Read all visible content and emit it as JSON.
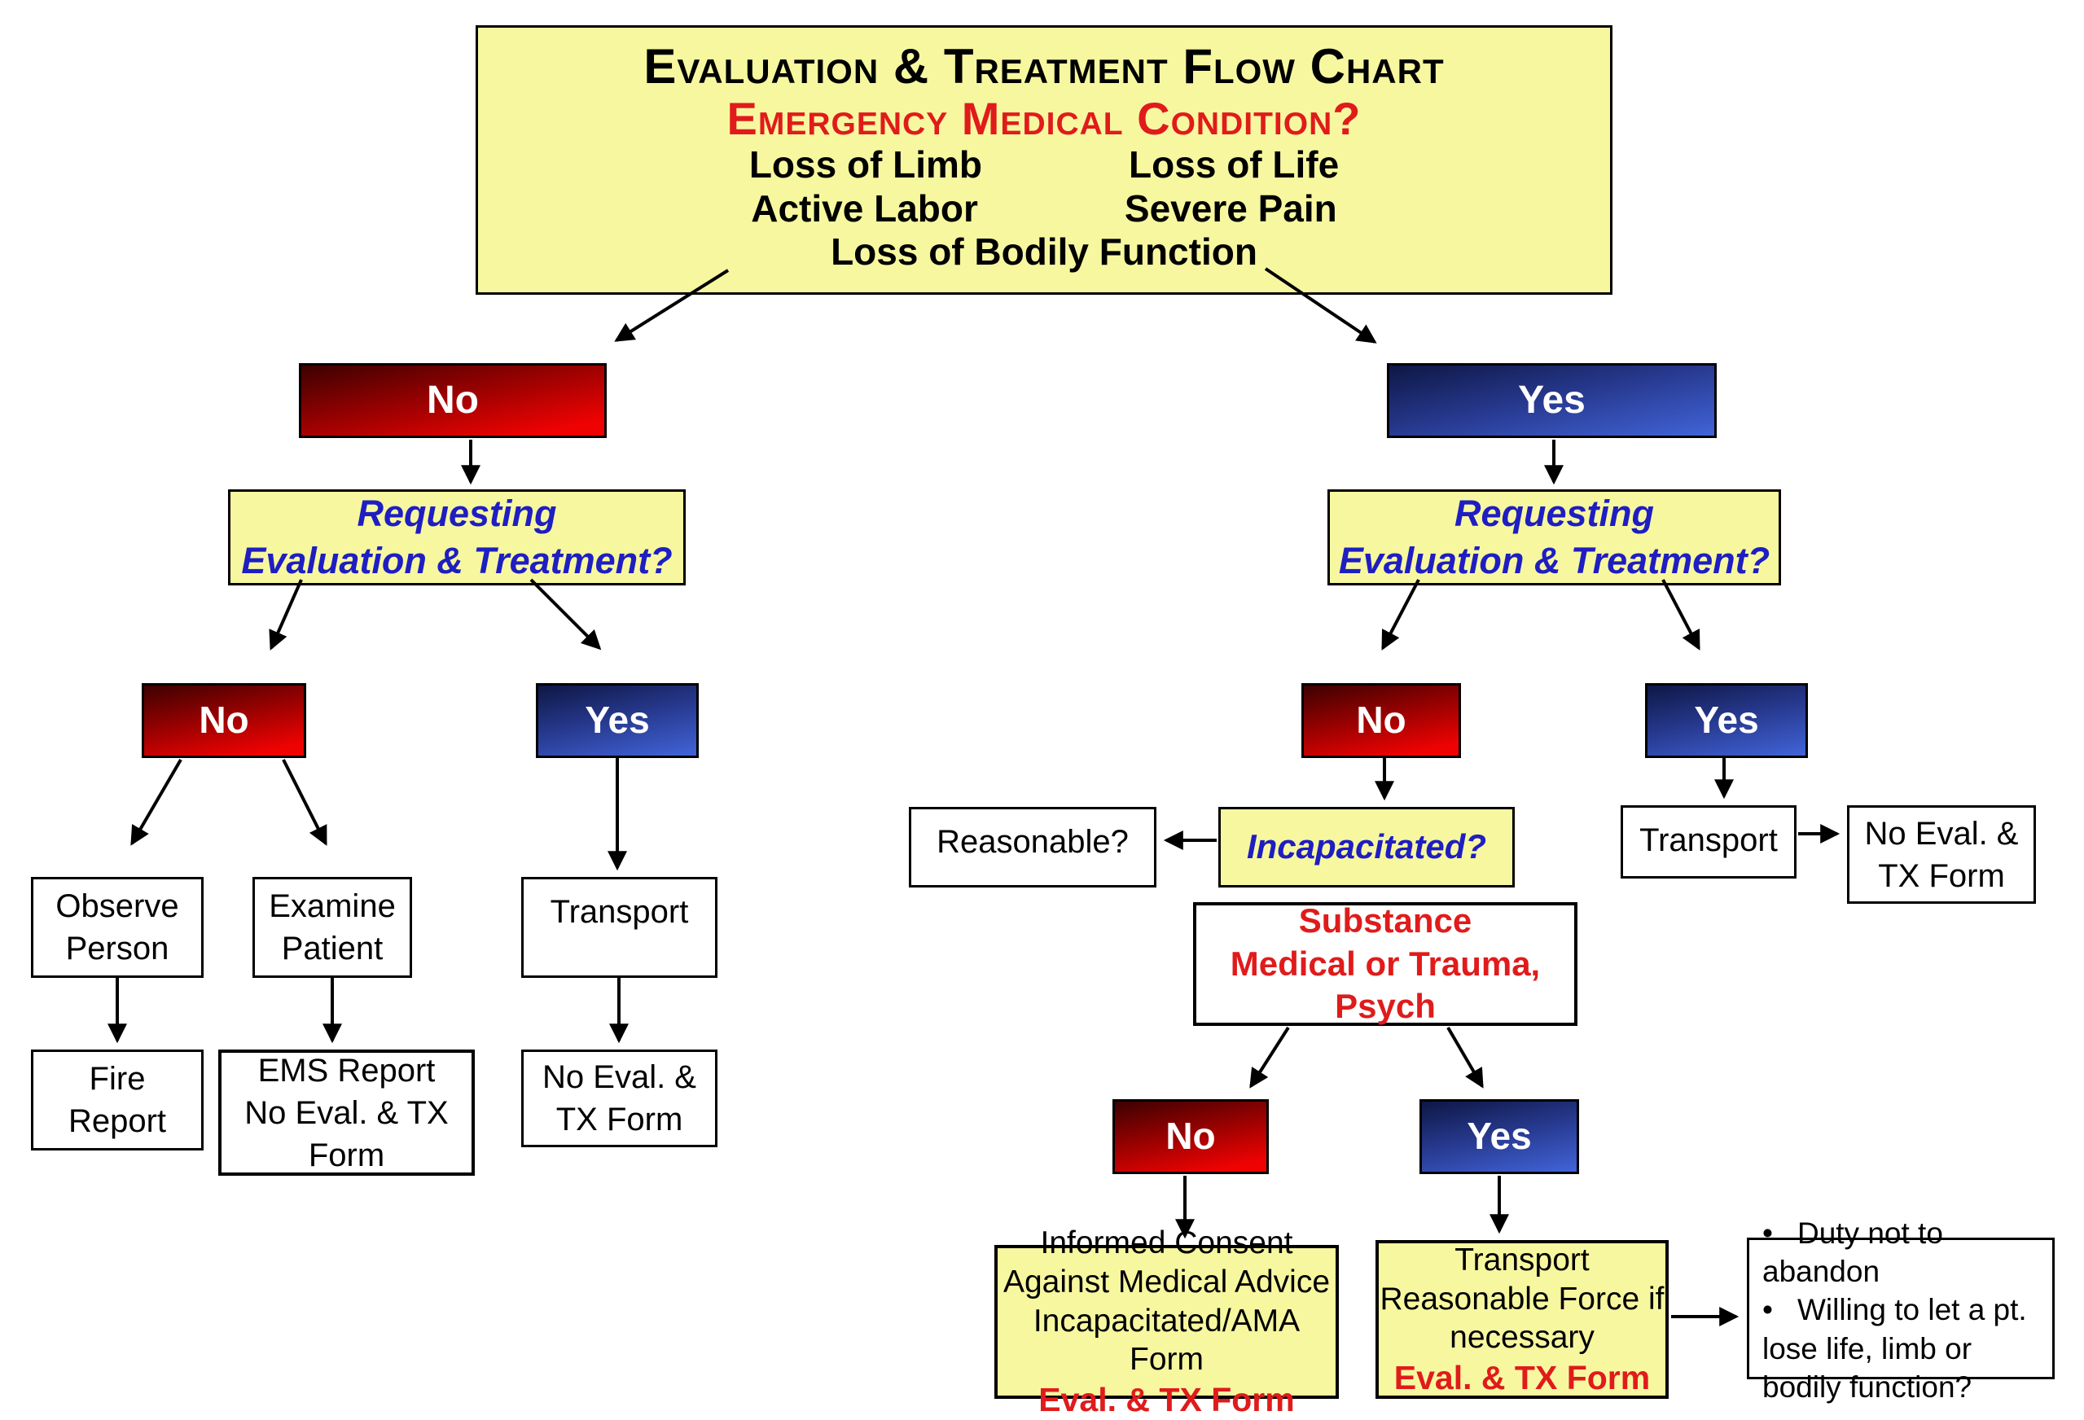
{
  "colors": {
    "yellow_fill": "#f7f7a0",
    "red_accent": "#e01b1b",
    "blue_accent": "#1e1ec2",
    "red_box_dark": "#3d0101",
    "red_box_bright": "#ee0202",
    "blue_box_dark": "#0e1745",
    "blue_box_bright": "#4164d8"
  },
  "title_box": {
    "line1": "Evaluation & Treatment Flow Chart",
    "line2": "Emergency Medical Condition?",
    "row1": [
      "Loss of Limb",
      "Loss of Life"
    ],
    "row2": [
      "Active Labor",
      "Severe Pain"
    ],
    "row3": "Loss of Bodily Function"
  },
  "nodes": {
    "emc_no": "No",
    "emc_yes": "Yes",
    "requesting_left": {
      "l1": "Requesting",
      "l2": "Evaluation & Treatment?"
    },
    "requesting_right": {
      "l1": "Requesting",
      "l2": "Evaluation & Treatment?"
    },
    "left_no": "No",
    "left_yes": "Yes",
    "right_no": "No",
    "right_yes": "Yes",
    "observe": {
      "l1": "Observe",
      "l2": "Person"
    },
    "examine": {
      "l1": "Examine",
      "l2": "Patient"
    },
    "transport_left": "Transport",
    "fire": {
      "l1": "Fire",
      "l2": "Report"
    },
    "ems": {
      "l1": "EMS Report",
      "l2": "No Eval. & TX",
      "l3": "Form"
    },
    "no_eval_left": {
      "l1": "No Eval. &",
      "l2": "TX Form"
    },
    "reasonable": "Reasonable?",
    "incapacitated": "Incapacitated?",
    "transport_right": "Transport",
    "no_eval_right": {
      "l1": "No Eval. &",
      "l2": "TX Form"
    },
    "substance": {
      "l1": "Substance",
      "l2": "Medical or Trauma,",
      "l3": "Psych"
    },
    "sub_no": "No",
    "sub_yes": "Yes",
    "informed": {
      "l1": "Informed Consent",
      "l2": "Against Medical Advice",
      "l3": "Incapacitated/AMA Form",
      "l4": "Eval. & TX Form"
    },
    "transport_force": {
      "l1": "Transport",
      "l2": "Reasonable Force if",
      "l3": "necessary",
      "l4": "Eval. & TX Form"
    },
    "notes": {
      "b1": "Duty not to abandon",
      "b2": "Willing to let a pt. lose life, limb or bodily function?"
    }
  }
}
